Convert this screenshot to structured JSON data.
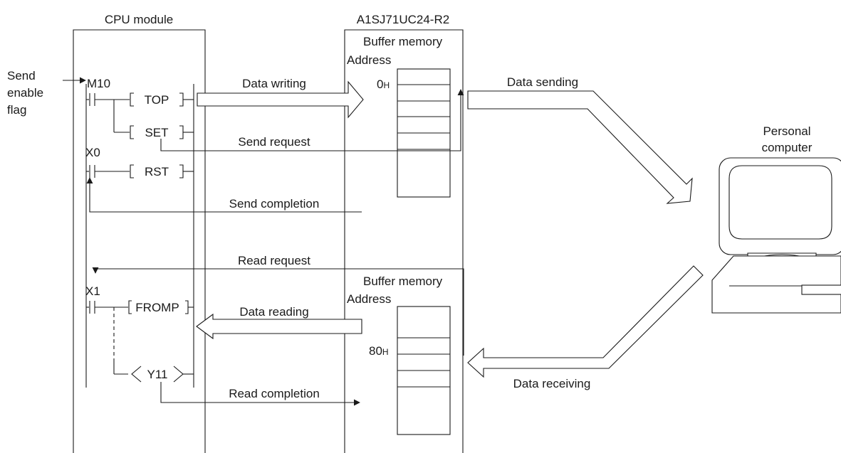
{
  "modules": {
    "cpu": "CPU module",
    "comm": "A1SJ71UC24-R2",
    "pc_line1": "Personal",
    "pc_line2": "computer"
  },
  "flag": {
    "line1": "Send",
    "line2": "enable",
    "line3": "flag"
  },
  "contacts": {
    "m10": "M10",
    "x0": "X0",
    "x1": "X1"
  },
  "instructions": {
    "top": "TOP",
    "set": "SET",
    "rst": "RST",
    "fromp": "FROMP",
    "y11": "Y11"
  },
  "buffer": {
    "title": "Buffer memory",
    "address": "Address",
    "addr_send": "0",
    "addr_recv": "80",
    "hex_suffix": "H"
  },
  "flows": {
    "data_writing": "Data writing",
    "send_request": "Send request",
    "send_completion": "Send completion",
    "data_sending": "Data sending",
    "read_request": "Read request",
    "data_reading": "Data reading",
    "read_completion": "Read completion",
    "data_receiving": "Data receiving"
  }
}
